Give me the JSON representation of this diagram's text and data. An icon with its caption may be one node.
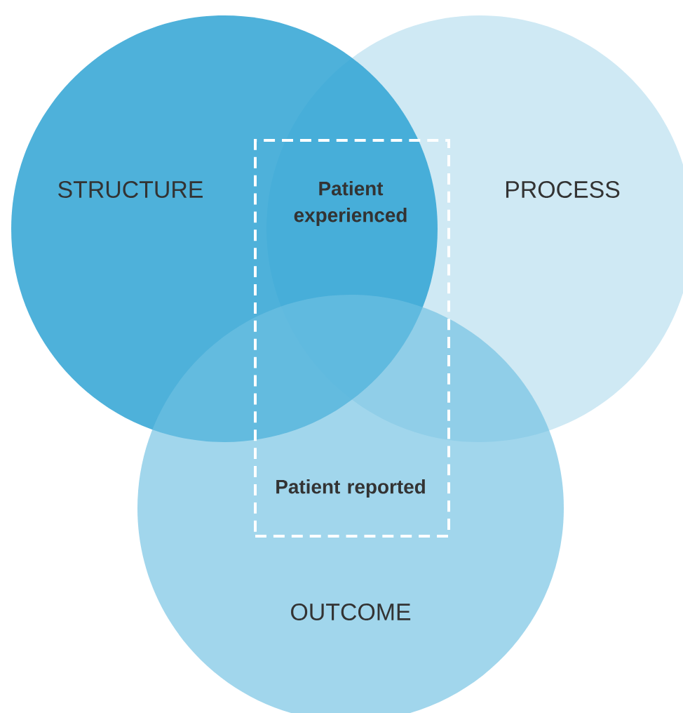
{
  "diagram": {
    "nodes": [
      {
        "text": [
          "STRUCTURE"
        ]
      },
      {
        "text": [
          "PROCESS"
        ]
      },
      {
        "text": [
          "OUTCOME"
        ]
      },
      {
        "text": [
          "Patient experienced",
          "Patient reported"
        ]
      }
    ]
  }
}
